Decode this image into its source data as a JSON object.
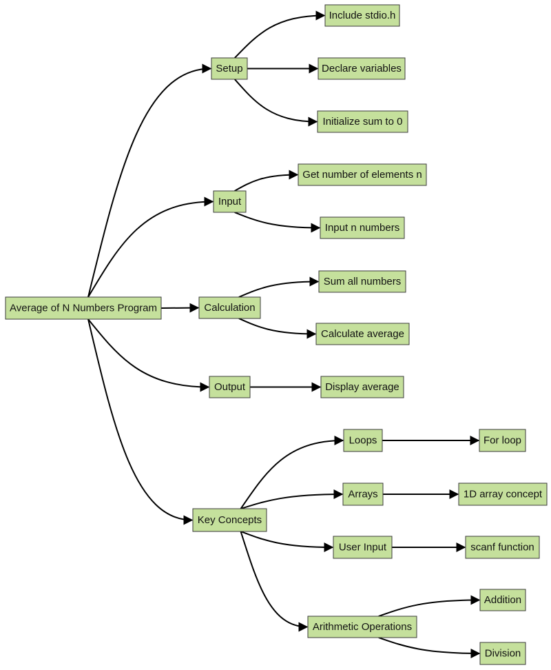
{
  "diagram": {
    "colors": {
      "node_fill": "#c5e09c",
      "node_border": "#3a3a3a",
      "edge": "#000000"
    },
    "nodes": {
      "root": "Average of N Numbers Program",
      "setup": "Setup",
      "include": "Include stdio.h",
      "declare": "Declare variables",
      "init": "Initialize sum to 0",
      "input": "Input",
      "getn": "Get number of elements n",
      "inputn": "Input n numbers",
      "calc": "Calculation",
      "sum": "Sum all numbers",
      "avg": "Calculate average",
      "output": "Output",
      "display": "Display average",
      "key": "Key Concepts",
      "loops": "Loops",
      "forloop": "For loop",
      "arrays": "Arrays",
      "array1d": "1D array concept",
      "userinput": "User Input",
      "scanf": "scanf function",
      "arith": "Arithmetic Operations",
      "addition": "Addition",
      "division": "Division"
    },
    "edges": [
      [
        "root",
        "setup"
      ],
      [
        "setup",
        "include"
      ],
      [
        "setup",
        "declare"
      ],
      [
        "setup",
        "init"
      ],
      [
        "root",
        "input"
      ],
      [
        "input",
        "getn"
      ],
      [
        "input",
        "inputn"
      ],
      [
        "root",
        "calc"
      ],
      [
        "calc",
        "sum"
      ],
      [
        "calc",
        "avg"
      ],
      [
        "root",
        "output"
      ],
      [
        "output",
        "display"
      ],
      [
        "root",
        "key"
      ],
      [
        "key",
        "loops"
      ],
      [
        "loops",
        "forloop"
      ],
      [
        "key",
        "arrays"
      ],
      [
        "arrays",
        "array1d"
      ],
      [
        "key",
        "userinput"
      ],
      [
        "userinput",
        "scanf"
      ],
      [
        "key",
        "arith"
      ],
      [
        "arith",
        "addition"
      ],
      [
        "arith",
        "division"
      ]
    ]
  }
}
